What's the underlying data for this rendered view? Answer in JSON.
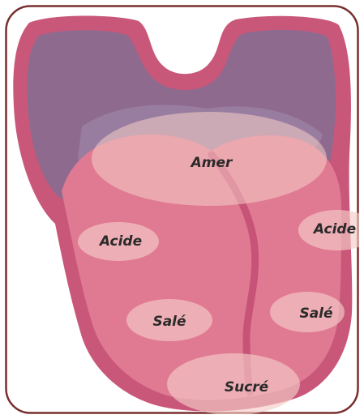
{
  "labels": {
    "amer": "Amer",
    "acide_left": "Acide",
    "acide_right": "Acide",
    "sale_left": "Salé",
    "sale_right": "Salé",
    "sucre": "Sucré"
  },
  "colors": {
    "frame_stroke": "#7a2e2e",
    "tongue_outline": "#c9577a",
    "tongue_fill": "#e07a92",
    "throat_fill": "#8e6a8f",
    "zone_fill": "#f4cdc7",
    "midline": "#c85378"
  }
}
